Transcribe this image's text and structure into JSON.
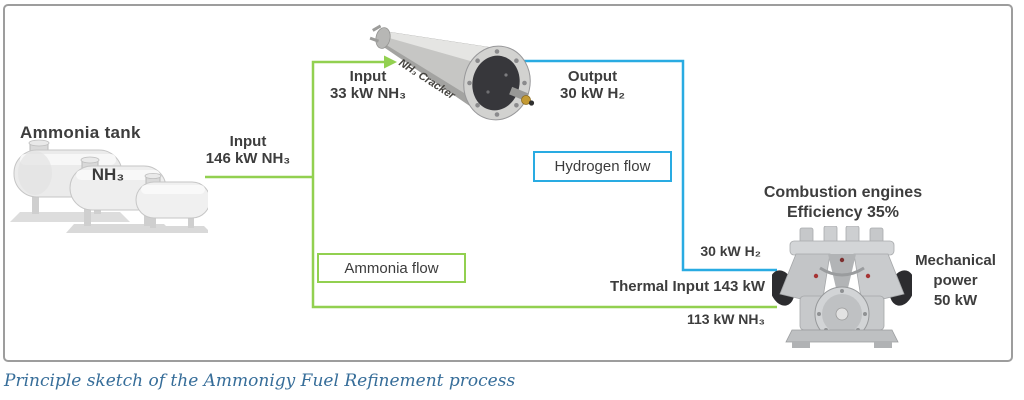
{
  "colors": {
    "ammonia_flow": "#92d050",
    "hydrogen_flow": "#29abe2",
    "label_text": "#3d3d3d",
    "legend_text": "#3c3c3c",
    "caption_text": "#366d99",
    "frame_border": "#9d9d9d"
  },
  "tank": {
    "title": "Ammonia tank",
    "chemical_label": "NH₃",
    "output_label_line1": "Input",
    "output_label_line2": "146 kW NH₃"
  },
  "cracker": {
    "device_label": "NH₃ Cracker",
    "input_label_line1": "Input",
    "input_label_line2": "33 kW NH₃",
    "output_label_line1": "Output",
    "output_label_line2": "30 kW H₂"
  },
  "flows": {
    "hydrogen_legend": "Hydrogen flow",
    "ammonia_legend": "Ammonia flow",
    "h2_to_engine": "30 kW H₂",
    "thermal_input": "Thermal Input 143 kW",
    "nh3_to_engine": "113 kW NH₃"
  },
  "engine": {
    "title": "Combustion engines",
    "efficiency": "Efficiency 35%",
    "output_line1": "Mechanical",
    "output_line2": "power",
    "output_line3": "50 kW"
  },
  "caption": "Principle sketch of the Ammonigy Fuel Refinement process"
}
